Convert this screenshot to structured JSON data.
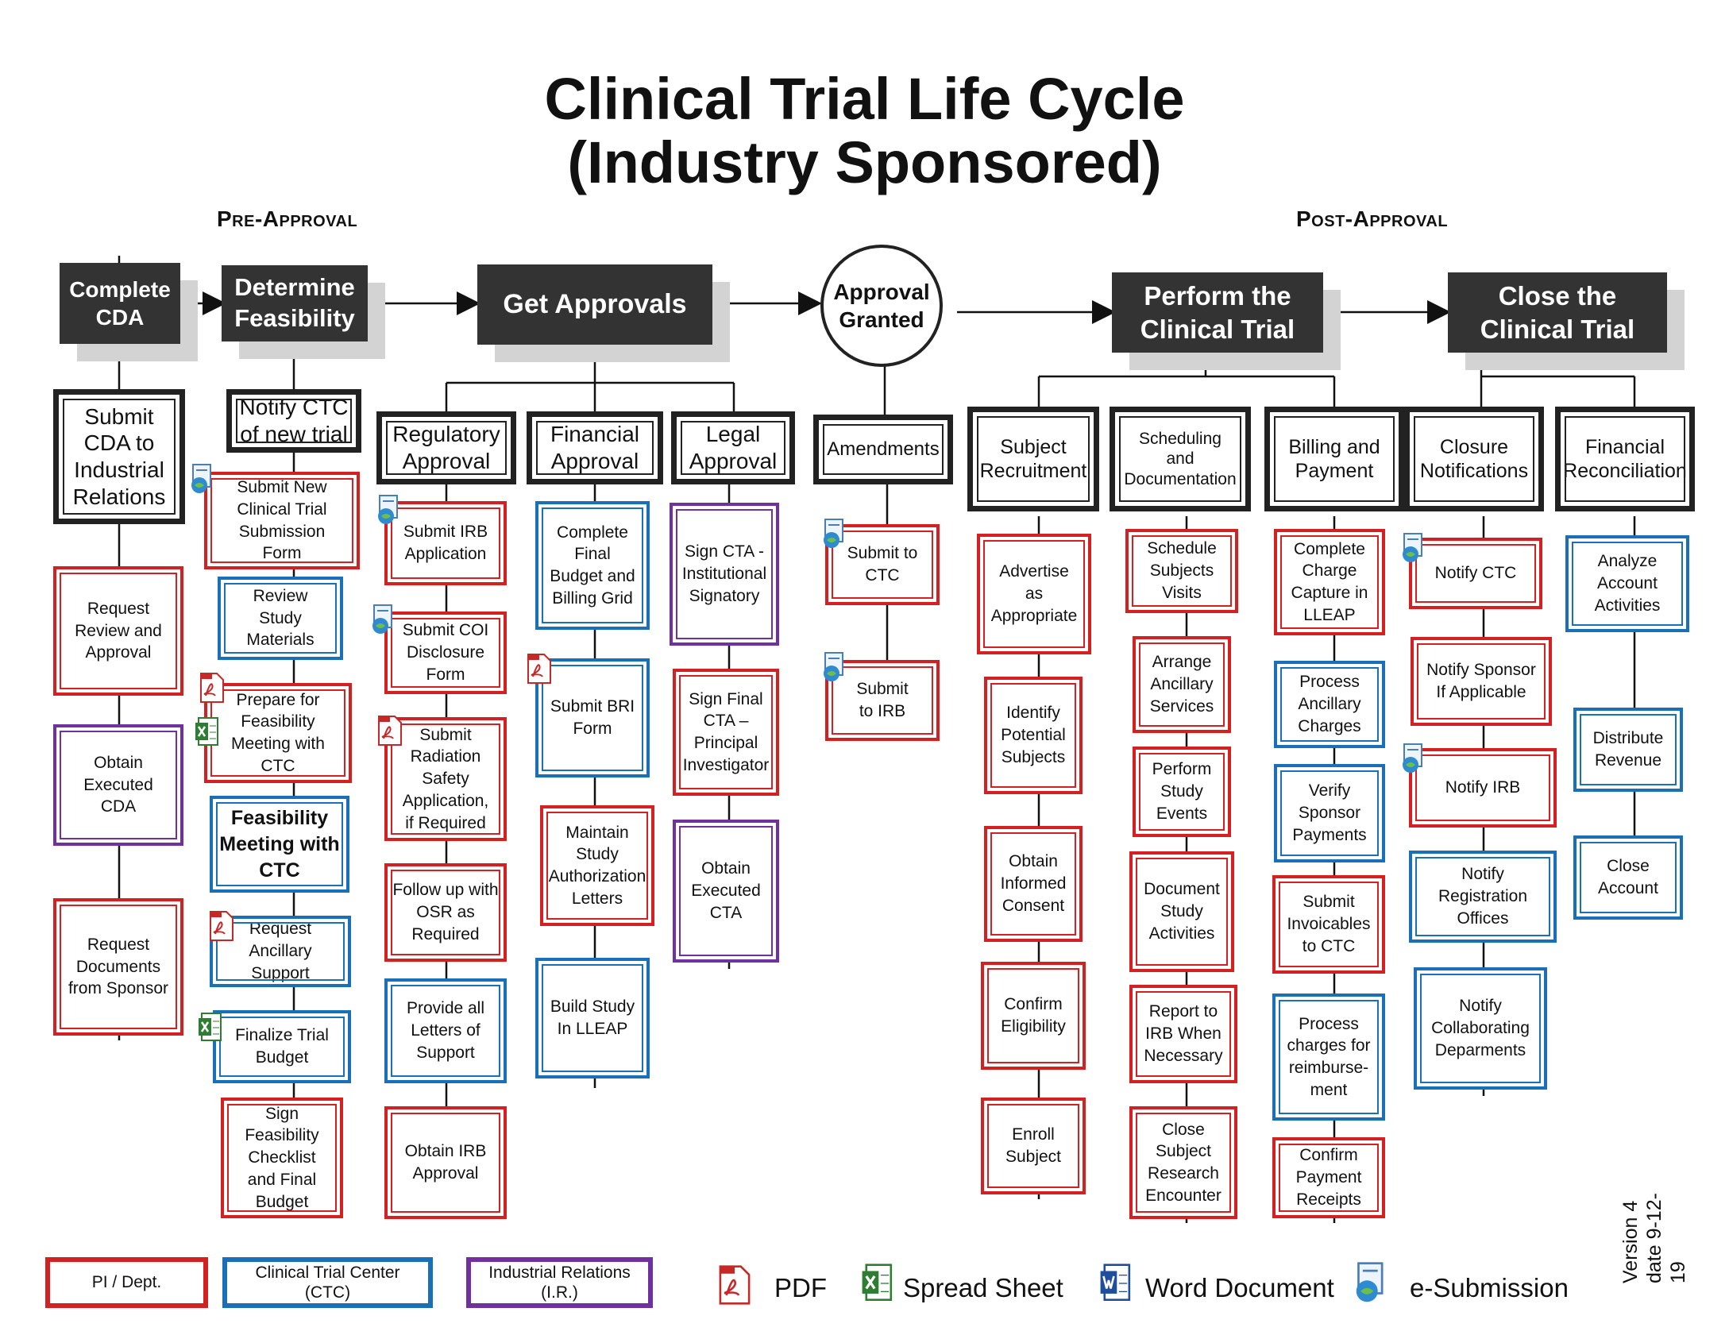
{
  "title": {
    "line1": "Clinical Trial Life Cycle",
    "line2": "(Industry Sponsored)"
  },
  "phases": {
    "pre": "Pre-Approval",
    "post": "Post-Approval"
  },
  "stages": {
    "complete_cda": "Complete\nCDA",
    "determine_feasibility": "Determine\nFeasibility",
    "get_approvals": "Get Approvals",
    "approval_granted": "Approval\nGranted",
    "perform_trial": "Perform the\nClinical Trial",
    "close_trial": "Close the\nClinical Trial"
  },
  "categories": {
    "submit_cda": "Submit\nCDA to\nIndustrial\nRelations",
    "notify_ctc": "Notify CTC\nof new trial",
    "regulatory": "Regulatory\nApproval",
    "financial": "Financial\nApproval",
    "legal": "Legal\nApproval",
    "amendments": "Amendments",
    "subject_recruitment": "Subject\nRecruitment",
    "scheduling": "Scheduling\nand\nDocumentation",
    "billing": "Billing and\nPayment",
    "closure": "Closure\nNotifications",
    "financial_recon": "Financial\nReconciliation"
  },
  "tasks": {
    "c1": [
      "Request\nReview and\nApproval",
      "Obtain\nExecuted\nCDA",
      "Request\nDocuments\nfrom Sponsor"
    ],
    "c2": [
      "Submit New\nClinical Trial\nSubmission\nForm",
      "Review\nStudy\nMaterials",
      "Prepare for\nFeasibility\nMeeting with\nCTC",
      "Feasibility\nMeeting with\nCTC",
      "Request\nAncillary\nSupport",
      "Finalize Trial\nBudget",
      "Sign\nFeasibility\nChecklist\nand Final\nBudget"
    ],
    "c3": [
      "Submit IRB\nApplication",
      "Submit COI\nDisclosure\nForm",
      "Submit\nRadiation\nSafety\nApplication,\nif Required",
      "Follow up with\nOSR as\nRequired",
      "Provide all\nLetters of\nSupport",
      "Obtain IRB\nApproval"
    ],
    "c4": [
      "Complete\nFinal\nBudget and\nBilling Grid",
      "Submit BRI\nForm",
      "Maintain\nStudy\nAuthorization\nLetters",
      "Build Study\nIn LLEAP"
    ],
    "c5": [
      "Sign CTA -\nInstitutional\nSignatory",
      "Sign Final\nCTA –\nPrincipal\nInvestigator",
      "Obtain\nExecuted\nCTA"
    ],
    "c6": [
      "Submit to\nCTC",
      "Submit\nto IRB"
    ],
    "c7": [
      "Advertise\nas\nAppropriate",
      "Identify\nPotential\nSubjects",
      "Obtain\nInformed\nConsent",
      "Confirm\nEligibility",
      "Enroll\nSubject"
    ],
    "c8": [
      "Schedule\nSubjects\nVisits",
      "Arrange\nAncillary\nServices",
      "Perform\nStudy\nEvents",
      "Document\nStudy\nActivities",
      "Report to\nIRB When\nNecessary",
      "Close\nSubject\nResearch\nEncounter"
    ],
    "c9": [
      "Complete\nCharge\nCapture in\nLLEAP",
      "Process\nAncillary\nCharges",
      "Verify\nSponsor\nPayments",
      "Submit\nInvoicables\nto CTC",
      "Process\ncharges for\nreimburse-\nment",
      "Confirm\nPayment\nReceipts"
    ],
    "c10": [
      "Notify CTC",
      "Notify Sponsor\nIf Applicable",
      "Notify IRB",
      "Notify\nRegistration\nOffices",
      "Notify\nCollaborating\nDeparments"
    ],
    "c11": [
      "Analyze\nAccount\nActivities",
      "Distribute\nRevenue",
      "Close\nAccount"
    ]
  },
  "legend": {
    "pi": "PI / Dept.",
    "ctc": "Clinical Trial Center\n(CTC)",
    "ir": "Industrial Relations\n(I.R.)",
    "pdf": "PDF",
    "sheet": "Spread Sheet",
    "word": "Word Document",
    "esub": "e-Submission"
  },
  "version": {
    "line1": "Version 4",
    "line2": "date 9-12-19"
  },
  "colors": {
    "pi": "#d42020",
    "ctc": "#1a70b8",
    "ir": "#7030a0",
    "header": "#333333",
    "shadow": "#d3d3d3"
  }
}
